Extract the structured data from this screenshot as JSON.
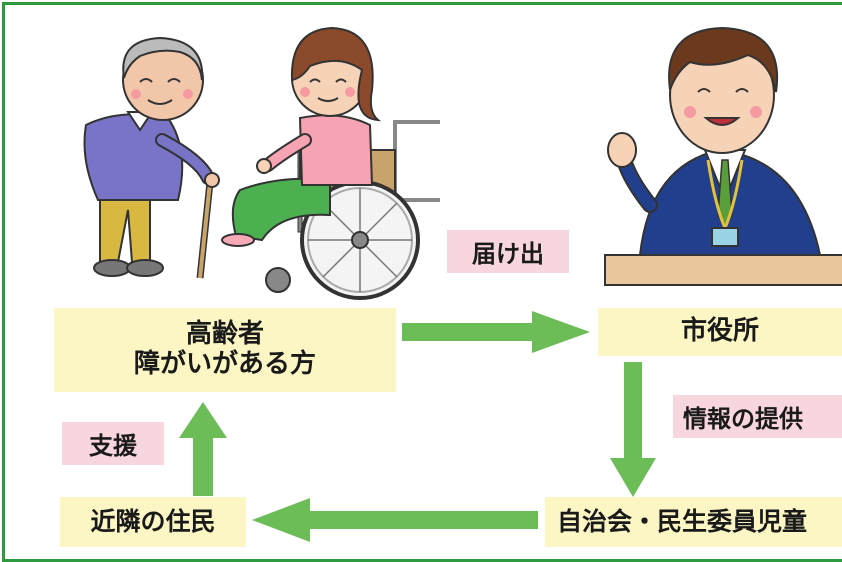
{
  "diagram": {
    "nodes": {
      "elderly_disabled": {
        "line1": "高齢者",
        "line2": "障がいがある方"
      },
      "city_office": {
        "label": "市役所"
      },
      "neighbors": {
        "label": "近隣の住民"
      },
      "community": {
        "label": "自治会・民生委員児童"
      }
    },
    "edges": {
      "notification": "届け出",
      "info_provision": "情報の提供",
      "support": "支援"
    },
    "colors": {
      "frame": "#2e9a3e",
      "arrow": "#6cbc58",
      "node_fill": "#fbf6c4",
      "label_fill": "#f7d6dd"
    },
    "illustrations": [
      "elderly-man-with-cane",
      "woman-in-wheelchair",
      "city-staff-at-counter"
    ]
  }
}
